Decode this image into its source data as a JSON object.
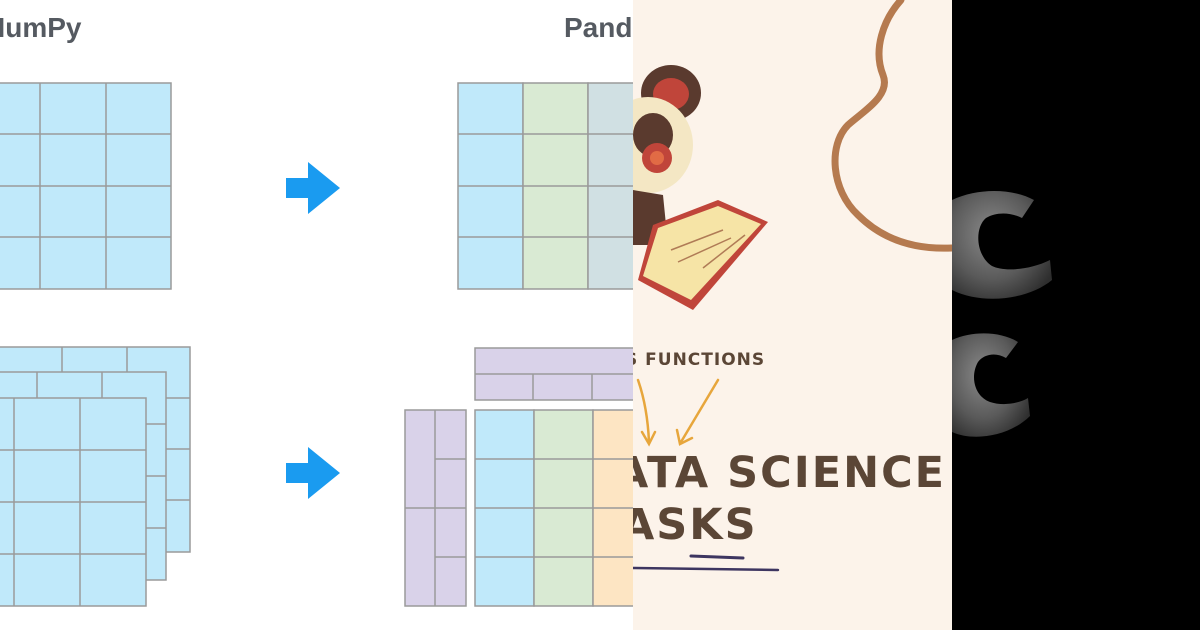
{
  "left_panel": {
    "numpy_title": "NumPy",
    "pandas_title": "Pandas"
  },
  "middle_panel": {
    "functions_text": "S FUNCTIONS",
    "title_line1": "ATA SCIENCE",
    "title_line2": "ASKS"
  },
  "colors": {
    "grid_blue": "#c0e9fa",
    "grid_green": "#d9ead3",
    "grid_slate": "#d0e0e3",
    "grid_purple": "#d9d2e9",
    "grid_orange": "#fde5c3",
    "arrow_blue": "#1a9bf0",
    "paper_bg": "#fcf3ea"
  }
}
